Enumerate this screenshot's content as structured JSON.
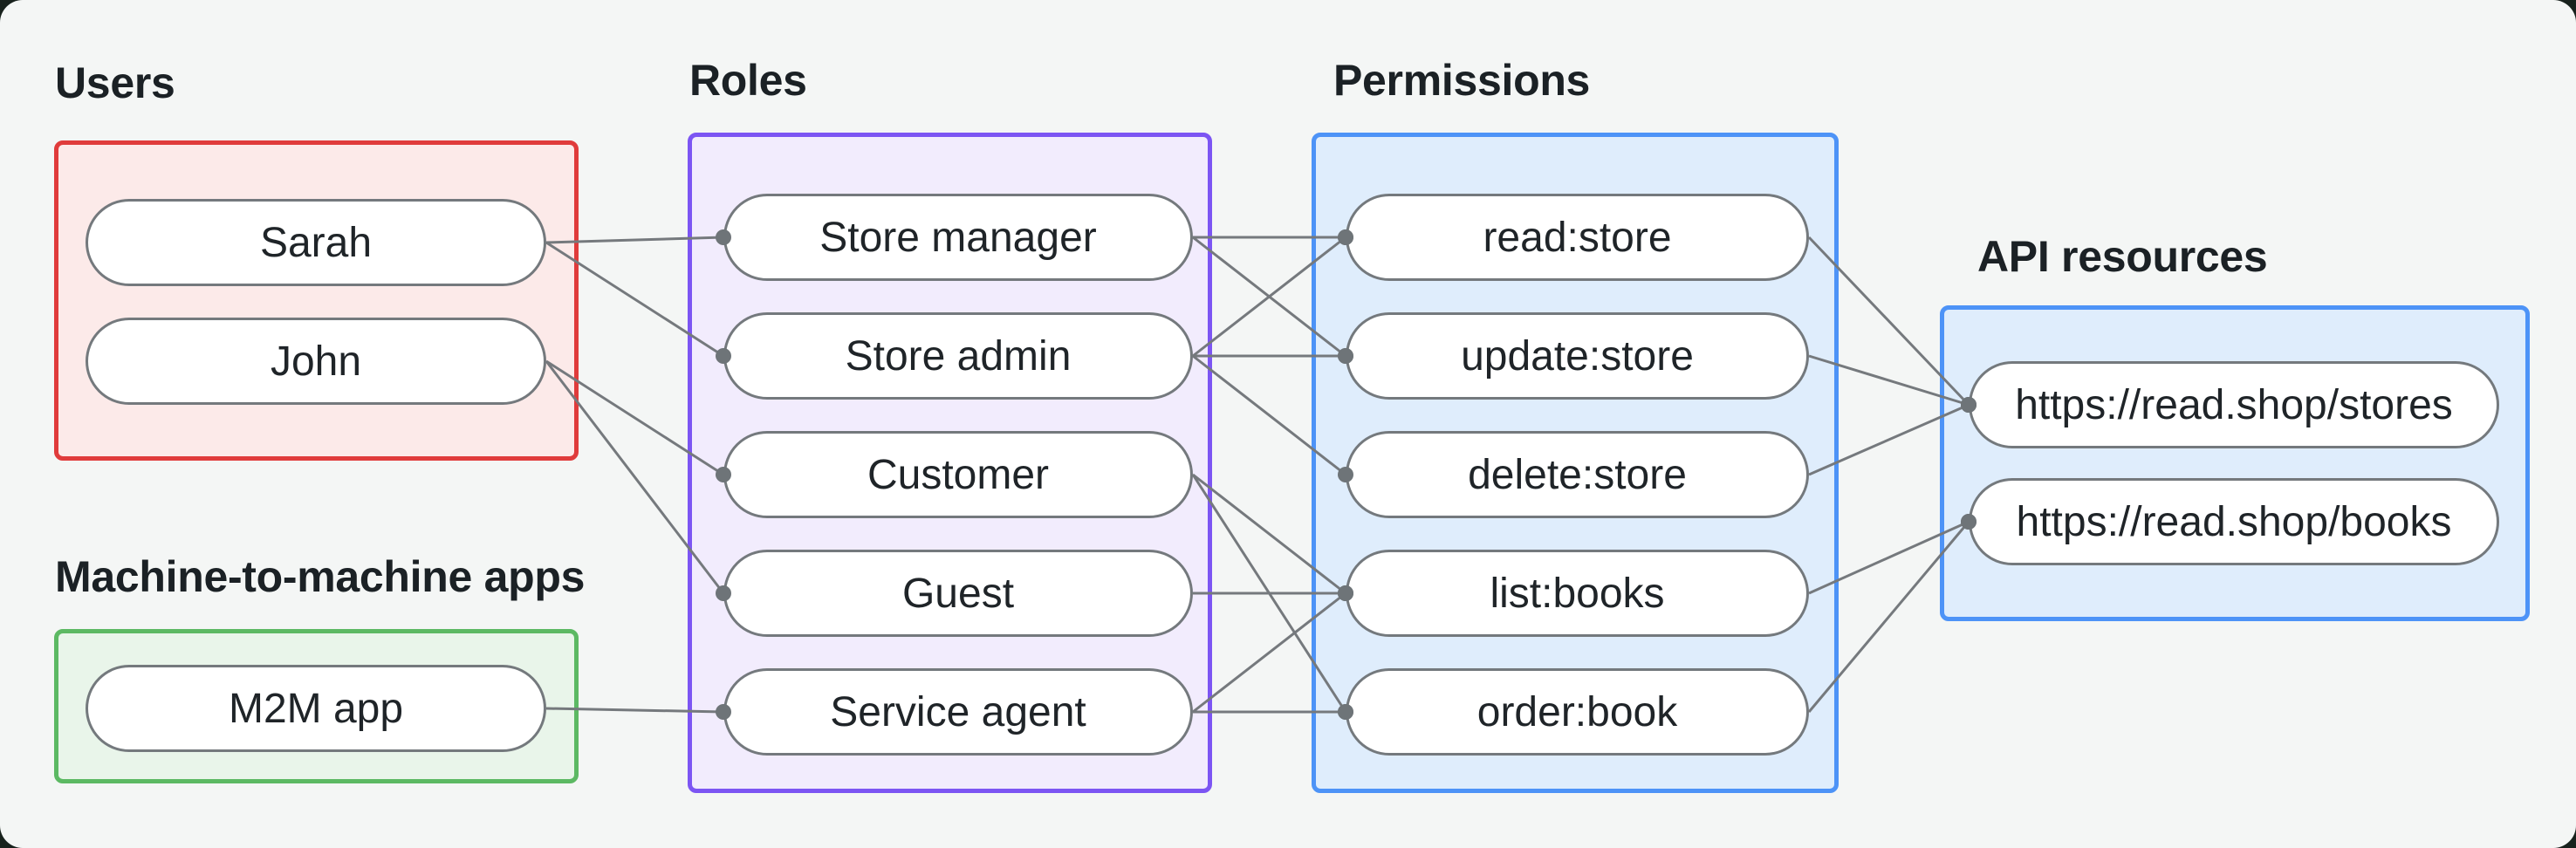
{
  "canvas": {
    "page_background": "#18221D",
    "panel_background": "#F4F6F5"
  },
  "style": {
    "edge_color": "#75797D",
    "edge_width": 3,
    "dot_color": "#6E7478",
    "dot_radius": 9,
    "pill_border": "#74797D",
    "pill_fill": "#FFFFFF",
    "text_color": "#1F2428"
  },
  "groups": {
    "users": {
      "title": "Users",
      "border": "#E03B3B",
      "fill": "#FCEAE9"
    },
    "m2m": {
      "title": "Machine-to-machine apps",
      "border": "#5CB963",
      "fill": "#E9F5EA"
    },
    "roles": {
      "title": "Roles",
      "border": "#7C55F3",
      "fill": "#F2ECFD"
    },
    "permissions": {
      "title": "Permissions",
      "border": "#4D93F7",
      "fill": "#DFEDFC"
    },
    "api": {
      "title": "API resources",
      "border": "#4D93F7",
      "fill": "#DFEDFC"
    }
  },
  "nodes": {
    "sarah": {
      "label": "Sarah",
      "group": "users"
    },
    "john": {
      "label": "John",
      "group": "users"
    },
    "m2m-app": {
      "label": "M2M app",
      "group": "m2m"
    },
    "store-manager": {
      "label": "Store manager",
      "group": "roles"
    },
    "store-admin": {
      "label": "Store admin",
      "group": "roles"
    },
    "customer": {
      "label": "Customer",
      "group": "roles"
    },
    "guest": {
      "label": "Guest",
      "group": "roles"
    },
    "service-agent": {
      "label": "Service agent",
      "group": "roles"
    },
    "read-store": {
      "label": "read:store",
      "group": "permissions"
    },
    "update-store": {
      "label": "update:store",
      "group": "permissions"
    },
    "delete-store": {
      "label": "delete:store",
      "group": "permissions"
    },
    "list-books": {
      "label": "list:books",
      "group": "permissions"
    },
    "order-book": {
      "label": "order:book",
      "group": "permissions"
    },
    "api-stores": {
      "label": "https://read.shop/stores",
      "group": "api"
    },
    "api-books": {
      "label": "https://read.shop/books",
      "group": "api"
    }
  },
  "edges": [
    {
      "from": "sarah",
      "to": "store-manager"
    },
    {
      "from": "sarah",
      "to": "store-admin"
    },
    {
      "from": "john",
      "to": "customer"
    },
    {
      "from": "john",
      "to": "guest"
    },
    {
      "from": "m2m-app",
      "to": "service-agent"
    },
    {
      "from": "store-manager",
      "to": "read-store"
    },
    {
      "from": "store-manager",
      "to": "update-store"
    },
    {
      "from": "store-admin",
      "to": "read-store"
    },
    {
      "from": "store-admin",
      "to": "update-store"
    },
    {
      "from": "store-admin",
      "to": "delete-store"
    },
    {
      "from": "customer",
      "to": "list-books"
    },
    {
      "from": "customer",
      "to": "order-book"
    },
    {
      "from": "guest",
      "to": "list-books"
    },
    {
      "from": "service-agent",
      "to": "list-books"
    },
    {
      "from": "service-agent",
      "to": "order-book"
    },
    {
      "from": "read-store",
      "to": "api-stores"
    },
    {
      "from": "update-store",
      "to": "api-stores"
    },
    {
      "from": "delete-store",
      "to": "api-stores"
    },
    {
      "from": "list-books",
      "to": "api-books"
    },
    {
      "from": "order-book",
      "to": "api-books"
    }
  ]
}
